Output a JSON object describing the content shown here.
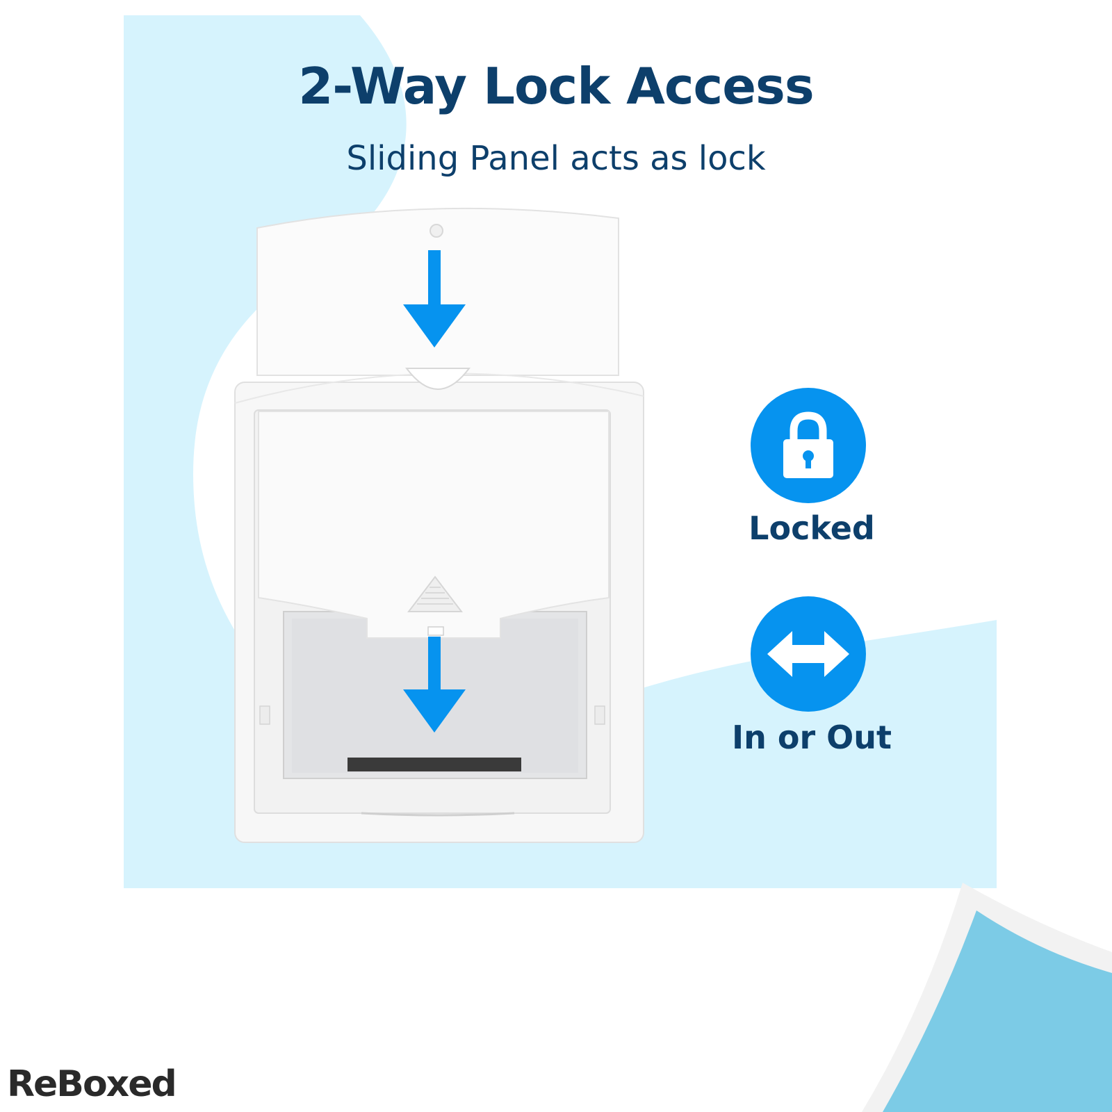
{
  "headline": "2-Way Lock Access",
  "subheadline": "Sliding Panel acts as lock",
  "features": [
    {
      "label": "Locked",
      "icon": "padlock-icon"
    },
    {
      "label": "In or Out",
      "icon": "double-arrow-icon"
    }
  ],
  "brand": "ReBoxed",
  "colors": {
    "title": "#0d3f6b",
    "accent": "#0693ef",
    "panel_background": "#d6f3fd",
    "corner_blue": "#7ccbe6"
  }
}
